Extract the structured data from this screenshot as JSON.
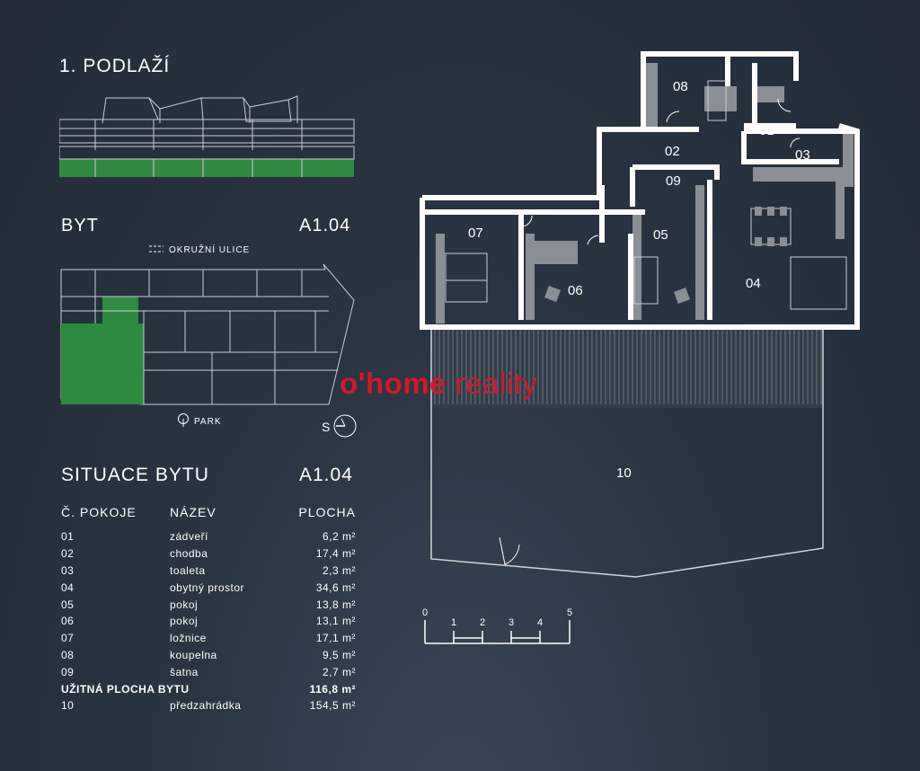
{
  "floor": {
    "title": "1. PODLAŽÍ"
  },
  "byt": {
    "label": "BYT",
    "number": "A1.04"
  },
  "site": {
    "street": "OKRUŽNÍ ULICE",
    "park": "PARK",
    "compass": "S"
  },
  "situace": {
    "title": "SITUACE BYTU",
    "number": "A1.04",
    "headers": {
      "room_no": "Č. POKOJE",
      "name": "NÁZEV",
      "area": "PLOCHA"
    },
    "rows": [
      {
        "no": "01",
        "name": "zádveří",
        "area": "6,2 m²"
      },
      {
        "no": "02",
        "name": "chodba",
        "area": "17,4 m²"
      },
      {
        "no": "03",
        "name": "toaleta",
        "area": "2,3 m²"
      },
      {
        "no": "04",
        "name": "obytný prostor",
        "area": "34,6 m²"
      },
      {
        "no": "05",
        "name": "pokoj",
        "area": "13,8 m²"
      },
      {
        "no": "06",
        "name": "pokoj",
        "area": "13,1 m²"
      },
      {
        "no": "07",
        "name": "ložnice",
        "area": "17,1 m²"
      },
      {
        "no": "08",
        "name": "koupelna",
        "area": "9,5 m²"
      },
      {
        "no": "09",
        "name": "šatna",
        "area": "2,7 m²"
      }
    ],
    "total": {
      "label": "UŽITNÁ PLOCHA BYTU",
      "area": "116,8 m²"
    },
    "extra": {
      "no": "10",
      "name": "předzahrádka",
      "area": "154,5 m²"
    }
  },
  "plan": {
    "room_labels": {
      "r01": "01",
      "r02": "02",
      "r03": "03",
      "r04": "04",
      "r05": "05",
      "r06": "06",
      "r07": "07",
      "r08": "08",
      "r09": "09",
      "r10": "10"
    },
    "scale": [
      "0",
      "1",
      "2",
      "3",
      "4",
      "5"
    ]
  },
  "watermark": {
    "part1": "o'home",
    "part2": " reality"
  },
  "colors": {
    "background": "#2a3442",
    "highlight": "#2e8a3e",
    "walls": "#ffffff",
    "furniture": "#8a8f96",
    "watermark": "#d2182b"
  }
}
